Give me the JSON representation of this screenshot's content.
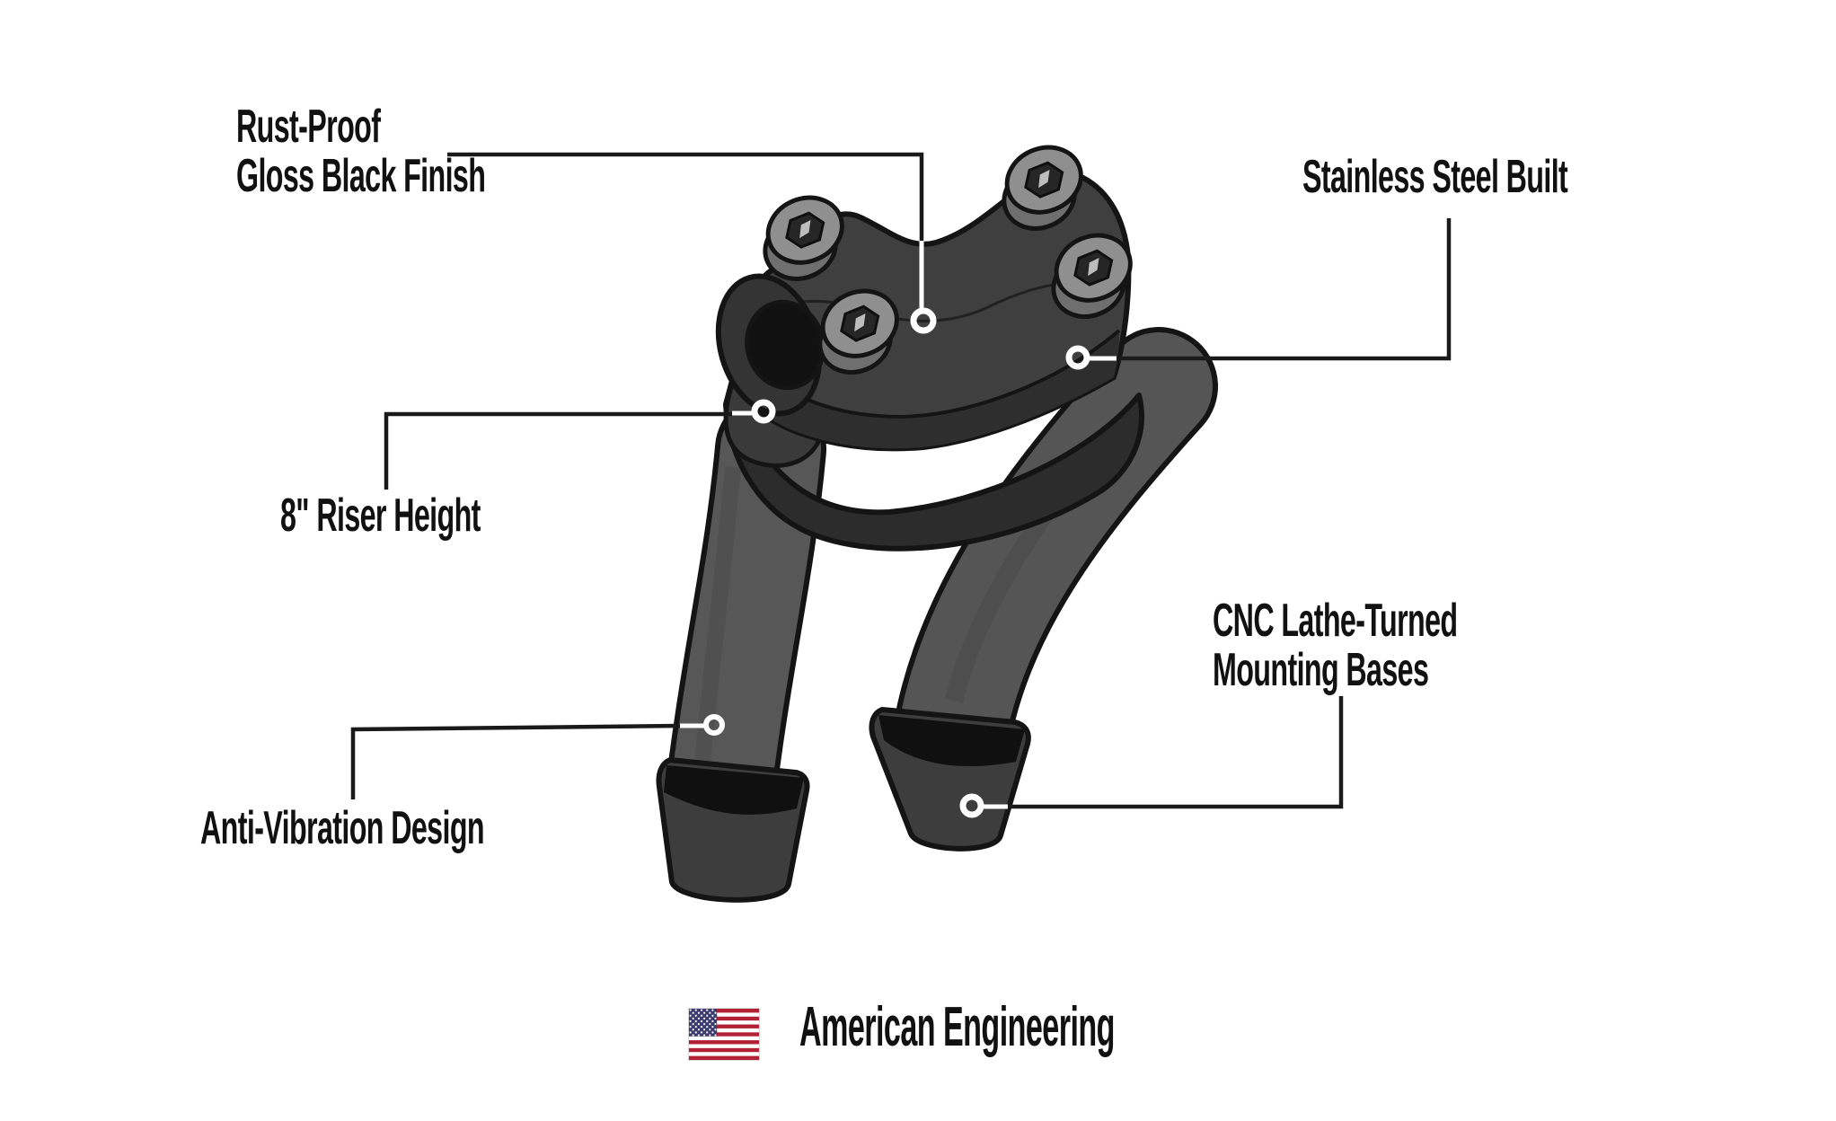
{
  "diagram": {
    "background": "#ffffff",
    "callouts": {
      "rust_proof": {
        "line1": "Rust-Proof",
        "line2": "Gloss Black Finish"
      },
      "stainless_steel": {
        "label": "Stainless Steel Built"
      },
      "riser_height": {
        "label": "8\" Riser Height"
      },
      "cnc_bases": {
        "line1": "CNC Lathe-Turned",
        "line2": "Mounting Bases"
      },
      "anti_vibration": {
        "label": "Anti-Vibration Design"
      }
    },
    "footer": {
      "label": "American Engineering",
      "flag_icon": "us-flag-icon"
    },
    "colors": {
      "text": "#111111",
      "leader_line": "#1a1a1a",
      "marker_ring": "#ffffff",
      "product_body": "#3f3f3f",
      "product_shadow": "#2c2c2c",
      "product_dark_band": "#2e2e2e",
      "riser_tube": "#575757",
      "boot": "#3d3d3d",
      "bolt_head": "#8f8f8f",
      "bolt_socket": "#262626",
      "outline": "#141414",
      "bar_end_cap": "#101010",
      "flag_red": "#B22234",
      "flag_blue": "#3C3B6E",
      "flag_white": "#ffffff"
    }
  }
}
